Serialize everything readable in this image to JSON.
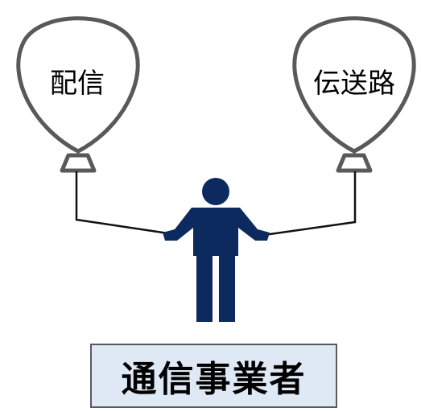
{
  "balloons": [
    {
      "label": "配信"
    },
    {
      "label": "伝送路"
    }
  ],
  "carrier_label": "通信事業者",
  "colors": {
    "balloon_outline": "#595959",
    "string": "#111111",
    "person": "#0d2a5e",
    "label_box_fill": "#dfe9f5",
    "label_box_border": "#5a5a5a"
  },
  "icons": {
    "person": "person-icon",
    "balloon": "balloon-icon"
  }
}
